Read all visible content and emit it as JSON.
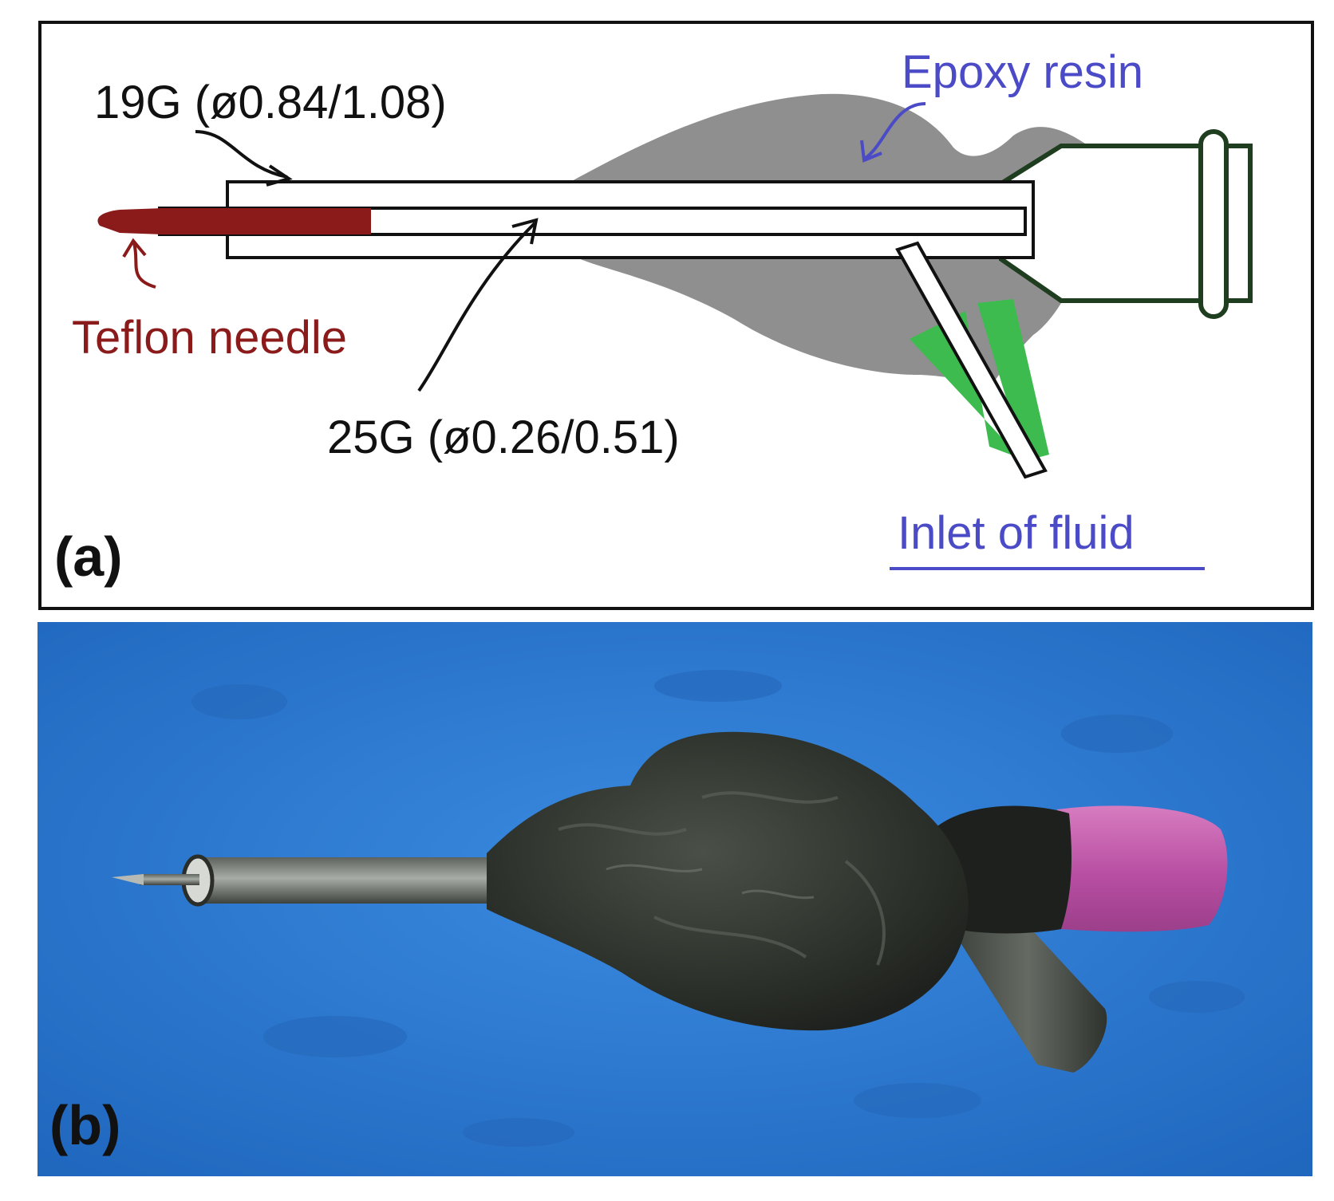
{
  "panel_a": {
    "label": "(a)",
    "outer_needle": "19G (ø0.84/1.08)",
    "inner_needle": "25G (ø0.26/0.51)",
    "teflon": "Teflon needle",
    "epoxy": "Epoxy resin",
    "inlet": "Inlet of fluid"
  },
  "panel_b": {
    "label": "(b)"
  },
  "colors": {
    "teflon": "#8b1a1a",
    "epoxy": "#8f8f8f",
    "hub_outline": "#1f3d1f",
    "inlet_fitting": "#3dbb4f",
    "blue_text": "#4b4bc8",
    "photo_background": "#2f7fd2",
    "epoxy_blob": "#33382f",
    "pink_cap": "#c25aa8"
  }
}
